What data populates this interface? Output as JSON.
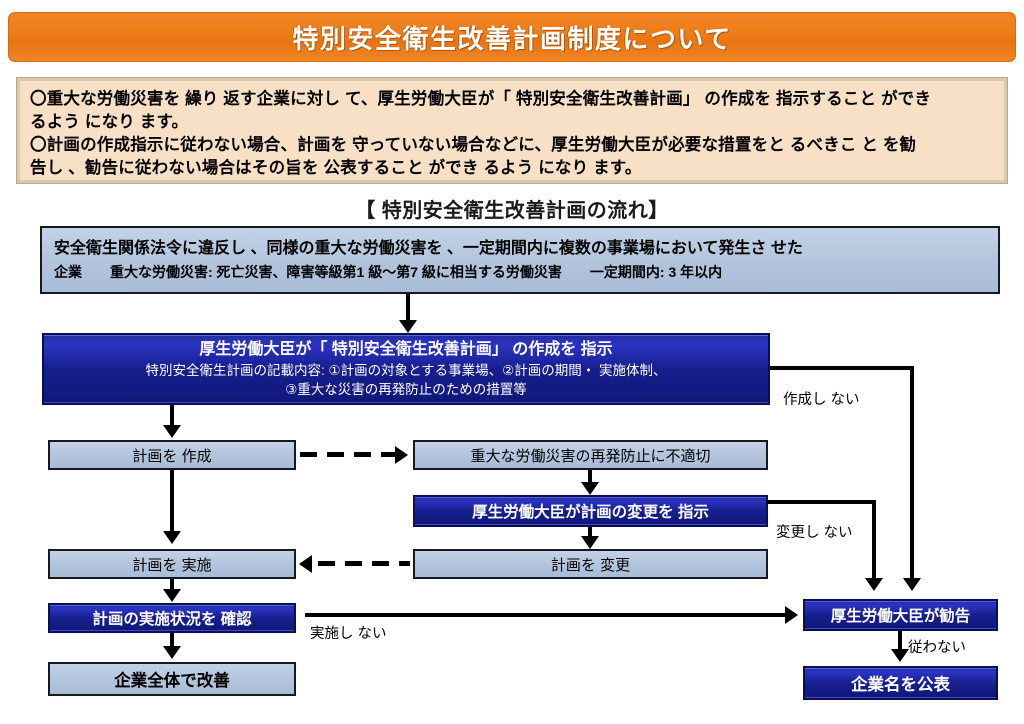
{
  "title": "特別安全衛生改善計画制度について",
  "description": {
    "lines": [
      "〇重大な労働災害を 繰り 返す企業に対し て、厚生労働大臣が「 特別安全衛生改善計画」 の作成を 指示すること ができ",
      "るよう になり ます。",
      "〇計画の作成指示に従わない場合、計画を 守っていない場合などに、厚生労働大臣が必要な措置をと るべきこ と を勧",
      "告し 、勧告に従わない場合はその旨を 公表すること ができ るよう になり ます。"
    ]
  },
  "flow": {
    "heading": "【 特別安全衛生改善計画の流れ】",
    "boxes": {
      "target": {
        "line1": "安全衛生関係法令に違反し 、同様の重大な労働災害を 、一定期間内に複数の事業場において発生さ せた",
        "line2": "企業　　重大な労働災害:  死亡災害、障害等級第1 級〜第7 級に相当する労働災害　　一定期間内:  3 年以内"
      },
      "instruct": {
        "line1": "厚生労働大臣が「 特別安全衛生改善計画」 の作成を 指示",
        "line2": "特別安全衛生計画の記載内容:  ①計画の対象とする事業場、②計画の期間・ 実施体制、",
        "line3": "③重大な災害の再発防止のための措置等"
      },
      "create": "計画を 作成",
      "inadequate": "重大な労働災害の再発防止に不適切",
      "change_order": "厚生労働大臣が計画の変更を 指示",
      "implement": "計画を 実施",
      "change": "計画を 変更",
      "confirm": "計画の実施状況を 確認",
      "improve": "企業全体で改善",
      "recommend": "厚生労働大臣が勧告",
      "publish": "企業名を公表"
    },
    "edge_labels": {
      "no_create": "作成し ない",
      "no_change": "変更し ない",
      "no_implement": "実施し ない",
      "no_comply": "従わない"
    }
  },
  "colors": {
    "banner": "#ef7d18",
    "description_bg": "#f8e0c6",
    "light_box": "#b3c5dd",
    "dark_box": "#1a22a0",
    "line": "#000000"
  }
}
